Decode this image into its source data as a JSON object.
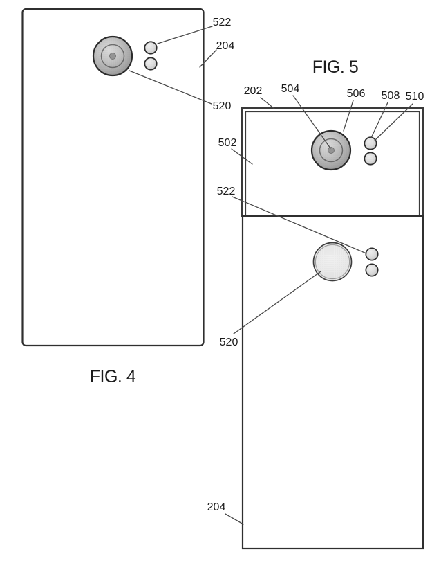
{
  "figures": {
    "fig4": {
      "caption": "FIG. 4",
      "ref_522": "522",
      "ref_204": "204",
      "ref_520": "520"
    },
    "fig5": {
      "caption": "FIG. 5",
      "ref_202": "202",
      "ref_504": "504",
      "ref_506": "506",
      "ref_508": "508",
      "ref_510": "510",
      "ref_502": "502",
      "ref_522": "522",
      "ref_520": "520",
      "ref_204": "204"
    }
  },
  "colors": {
    "ink": "#1c1c1c",
    "leader": "#4a4a4a",
    "device_outline": "#2f2f2f",
    "module_outline": "#3a3a3a",
    "lens_dark": "#8a8a8a",
    "lens_light": "#dadada",
    "flash_fill": "#dcdcdc",
    "rear_circle_fill": "#ececec",
    "background": "#ffffff"
  }
}
